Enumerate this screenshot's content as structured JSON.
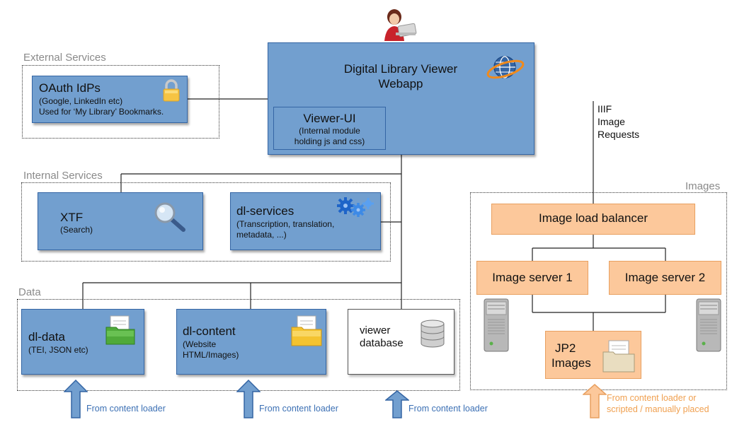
{
  "webapp": {
    "title_line1": "Digital Library Viewer",
    "title_line2": "Webapp",
    "viewer_ui_title": "Viewer-UI",
    "viewer_ui_line1": "(Internal module",
    "viewer_ui_line2": "holding js and css)"
  },
  "iiif_label": {
    "line1": "IIIF",
    "line2": "Image",
    "line3": "Requests"
  },
  "external": {
    "label": "External Services",
    "oauth_title": "OAuth IdPs",
    "oauth_line1": "(Google, LinkedIn etc)",
    "oauth_line2": "Used for ‘My Library’ Bookmarks."
  },
  "internal": {
    "label": "Internal Services",
    "xtf_title": "XTF",
    "xtf_sub": "(Search)",
    "dls_title": "dl-services",
    "dls_line1": "(Transcription, translation,",
    "dls_line2": "metadata, ...)"
  },
  "data_group": {
    "label": "Data",
    "dldata_title": "dl-data",
    "dldata_sub": "(TEI, JSON etc)",
    "dlcontent_title": "dl-content",
    "dlcontent_line1": "(Website",
    "dlcontent_line2": "HTML/Images)",
    "viewerdb_line1": "viewer",
    "viewerdb_line2": "database"
  },
  "images": {
    "label": "Images",
    "balancer": "Image load balancer",
    "server1": "Image server 1",
    "server2": "Image server 2",
    "jp2_line1": "JP2",
    "jp2_line2": "Images"
  },
  "captions": {
    "loader1": "From content loader",
    "loader2": "From content loader",
    "loader3": "From content loader",
    "jp2_line1": "From content loader or",
    "jp2_line2": "scripted / manually placed"
  },
  "colors": {
    "blue_fill": "#729fcf",
    "peach_fill": "#fcc89b",
    "blue_text": "#3c70b4",
    "orange_text": "#f0a050"
  },
  "icons": [
    "user-icon",
    "globe-icon",
    "lock-icon",
    "magnifier-icon",
    "gears-icon",
    "green-folder-icon",
    "yellow-folder-icon",
    "database-icon",
    "server-icon",
    "paper-folder-icon",
    "up-arrow-icon"
  ]
}
